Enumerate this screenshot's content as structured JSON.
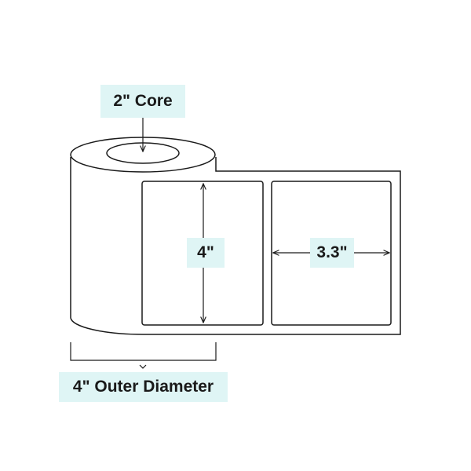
{
  "colors": {
    "label_fill": "#dff5f5",
    "stroke": "#1a1a1a",
    "background": "#ffffff"
  },
  "labels": {
    "core": "2\" Core",
    "label_height": "4\"",
    "label_width": "3.3\"",
    "outer_diameter": "4\" Outer Diameter"
  }
}
